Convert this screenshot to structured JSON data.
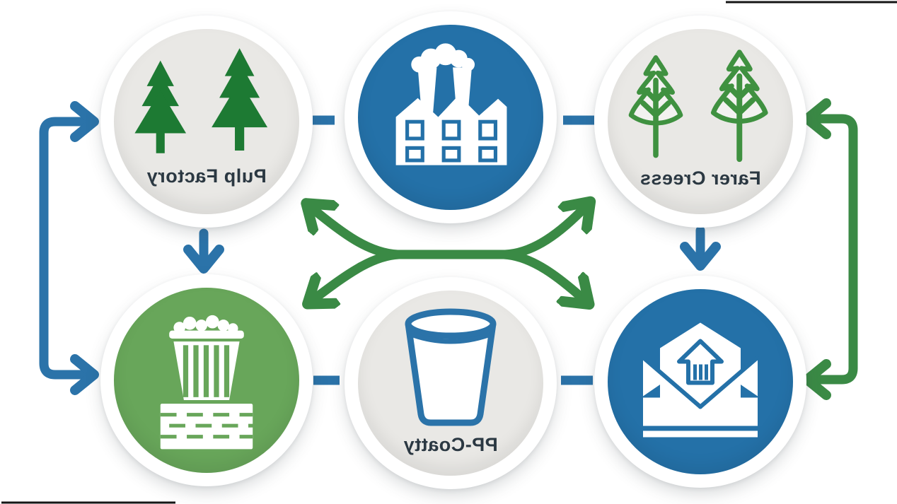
{
  "page": {
    "background": "#ffffff",
    "description": "Paper recycling cycle infographic with six circular nodes connected by blue and green arrows"
  },
  "palette": {
    "circle_blue": "#2471a8",
    "circle_green": "#68a65a",
    "circle_gray": "#e9e8e5",
    "pine_green": "#1d7a33",
    "outline_tree_green": "#3f9140",
    "arrow_green": "#3a8a45",
    "arrow_blue": "#2b73a9",
    "label_color": "#2b3842",
    "corner_line_color": "#151515"
  },
  "diagram": {
    "nodes": [
      {
        "id": "pulp-factory",
        "label": "Pulp Factory",
        "label_mirrored": true,
        "icon": "pine-trees-icon",
        "fill": "gray"
      },
      {
        "id": "pulp-mill",
        "label": "",
        "icon": "factory-icon",
        "fill": "blue"
      },
      {
        "id": "farer-creess",
        "label": "Farer Creess",
        "label_mirrored": true,
        "icon": "leafy-trees-icon",
        "fill": "gray"
      },
      {
        "id": "paper-bales",
        "label": "",
        "icon": "waste-basket-bale-icon",
        "fill": "green"
      },
      {
        "id": "pp-coatty",
        "label": "PP-Coatty",
        "label_mirrored": true,
        "icon": "cup-icon",
        "fill": "gray"
      },
      {
        "id": "mail-upload",
        "label": "",
        "icon": "envelope-upload-icon",
        "fill": "blue"
      }
    ],
    "connectors": [
      {
        "id": "left-loop-arrow",
        "color": "blue",
        "shape": "bracket",
        "points_to": [
          "pulp-factory",
          "paper-bales"
        ]
      },
      {
        "id": "right-loop-arrow",
        "color": "green",
        "shape": "bracket",
        "points_to": [
          "farer-creess",
          "mail-upload"
        ]
      },
      {
        "id": "top-link-left",
        "color": "blue",
        "shape": "dash",
        "between": [
          "pulp-factory",
          "pulp-mill"
        ]
      },
      {
        "id": "top-link-right",
        "color": "blue",
        "shape": "dash",
        "between": [
          "pulp-mill",
          "farer-creess"
        ]
      },
      {
        "id": "bottom-link-left",
        "color": "blue",
        "shape": "dash",
        "between": [
          "paper-bales",
          "pp-coatty"
        ]
      },
      {
        "id": "bottom-link-right",
        "color": "blue",
        "shape": "dash",
        "between": [
          "pp-coatty",
          "mail-upload"
        ]
      },
      {
        "id": "down-arrow-left",
        "color": "blue",
        "from": "pulp-factory",
        "to": "paper-bales"
      },
      {
        "id": "down-arrow-right",
        "color": "blue",
        "from": "farer-creess",
        "to": "mail-upload"
      },
      {
        "id": "center-cross-arrows",
        "color": "green",
        "shape": "double-curve-x",
        "arrowheads": 4
      }
    ]
  }
}
